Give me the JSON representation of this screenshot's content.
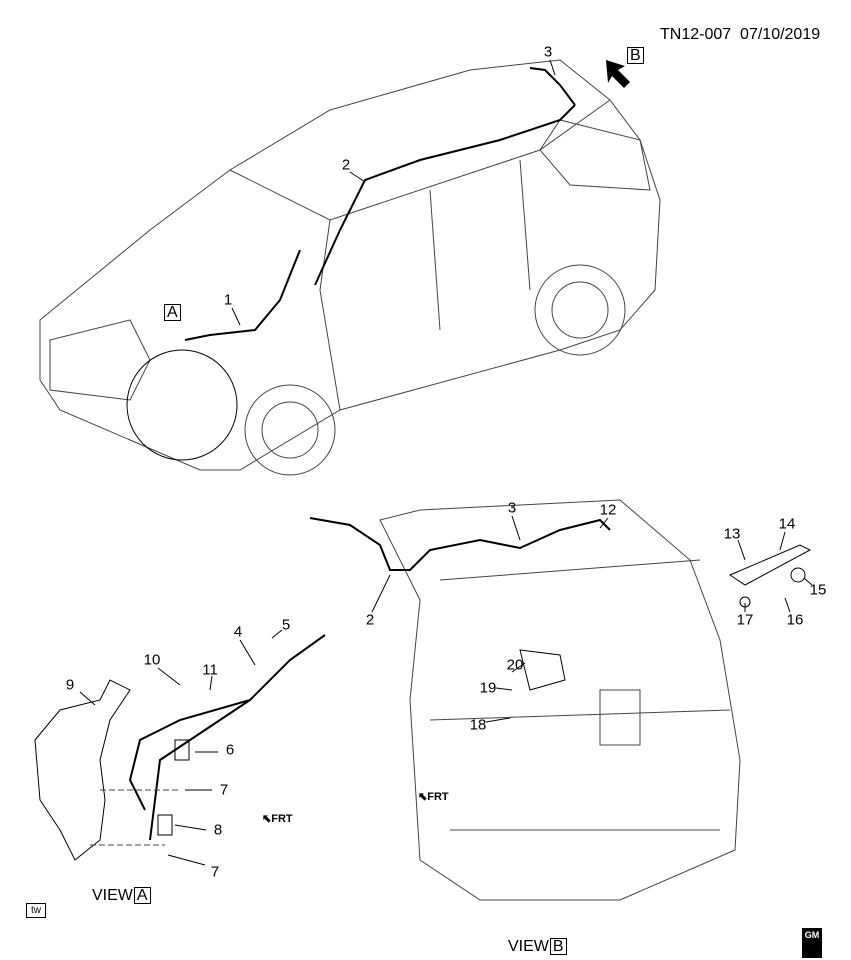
{
  "header": {
    "drawing_id": "TN12-007",
    "date": "07/10/2019"
  },
  "view_markers": {
    "a": "A",
    "b": "B"
  },
  "views": [
    {
      "prefix": "VIEW",
      "letter": "A"
    },
    {
      "prefix": "VIEW",
      "letter": "B"
    }
  ],
  "callouts": [
    "1",
    "2",
    "3",
    "3",
    "12",
    "2",
    "13",
    "14",
    "15",
    "16",
    "17",
    "20",
    "19",
    "18",
    "4",
    "5",
    "9",
    "10",
    "11",
    "6",
    "7",
    "8",
    "7"
  ],
  "frt_labels": [
    "FRT",
    "FRT"
  ],
  "corner": {
    "tw": "tw",
    "logo": "GM"
  }
}
